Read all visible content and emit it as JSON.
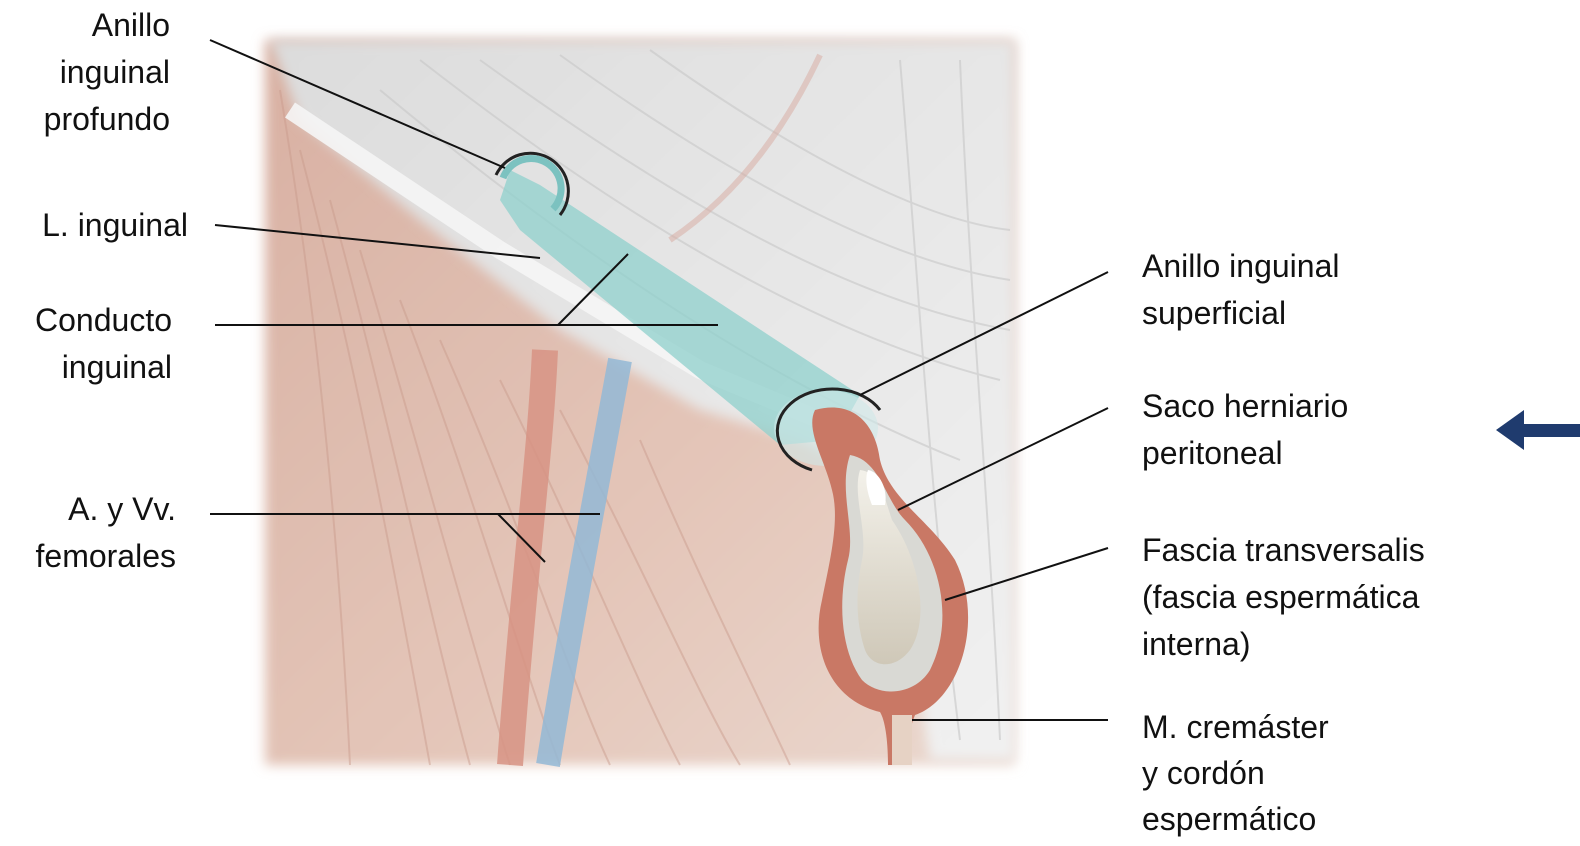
{
  "labels": {
    "anillo_profundo": "Anillo\ninguinal\nprofundo",
    "l_inguinal": "L. inguinal",
    "conducto": "Conducto\ninguinal",
    "femorales": "A. y Vv.\nfemorales",
    "anillo_superficial": "Anillo inguinal\nsuperficial",
    "saco": "Saco herniario\nperitoneal",
    "fascia": "Fascia transversalis\n(fascia espermática\ninterna)",
    "cremaster": "M. cremáster\ny cordón\nespermático"
  },
  "colors": {
    "canal": "#8fd0cc",
    "muscle": "#d9b3a6",
    "aponeurosis": "#e6e6e6",
    "vessel_artery": "#d98f84",
    "vessel_vein": "#8fb4d4",
    "arrow": "#1f3b6e",
    "leader": "#111111"
  },
  "icons": {
    "nav_arrow": "arrow-left-icon"
  }
}
